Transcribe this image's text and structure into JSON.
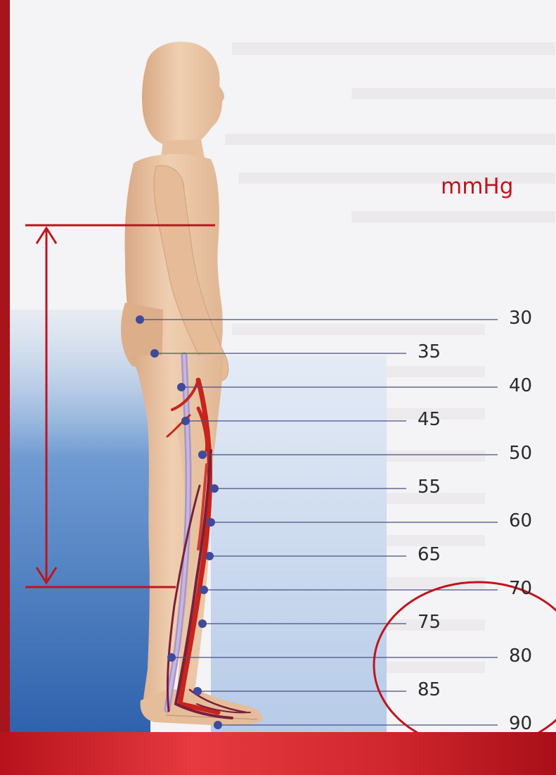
{
  "unit_label": "mmHg",
  "pressure_levels": [
    {
      "value": "30"
    },
    {
      "value": "35"
    },
    {
      "value": "40"
    },
    {
      "value": "45"
    },
    {
      "value": "50"
    },
    {
      "value": "55"
    },
    {
      "value": "60"
    },
    {
      "value": "65"
    },
    {
      "value": "70"
    },
    {
      "value": "75"
    },
    {
      "value": "80"
    },
    {
      "value": "85"
    },
    {
      "value": "90"
    }
  ],
  "colors": {
    "accent": "#c0141e",
    "frame": "#a8141c",
    "skin": "#ebc5a3",
    "artery": "#c8231c",
    "vein": "#7a1f3a",
    "marker": "#3f4a99",
    "water": "#4a7ec0"
  }
}
